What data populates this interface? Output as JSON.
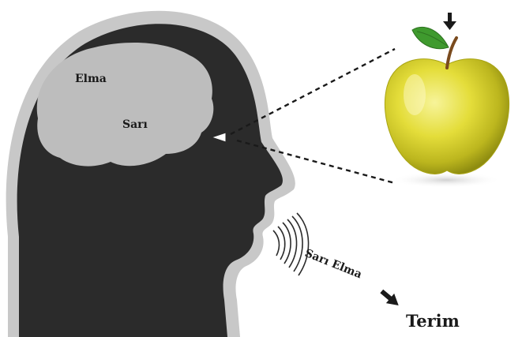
{
  "brain_labels": {
    "word_apple": "Elma",
    "word_yellow": "Sarı"
  },
  "speech": {
    "phrase": "Sarı Elma"
  },
  "result": {
    "label": "Terim"
  },
  "colors": {
    "head_outline": "#c8c8c8",
    "head_fill": "#2b2b2b",
    "brain_fill": "#bdbdbd",
    "apple_light": "#f3f07a",
    "apple_mid": "#d9d334",
    "apple_dark": "#9b9a12",
    "leaf": "#3f9a2e",
    "stem": "#7a4b1e",
    "arrow": "#1a1a1a"
  },
  "icons": {
    "top_arrow": "arrow-down-icon",
    "result_arrow": "arrow-down-right-icon",
    "sound": "sound-waves-icon",
    "eye": "eye-icon"
  }
}
